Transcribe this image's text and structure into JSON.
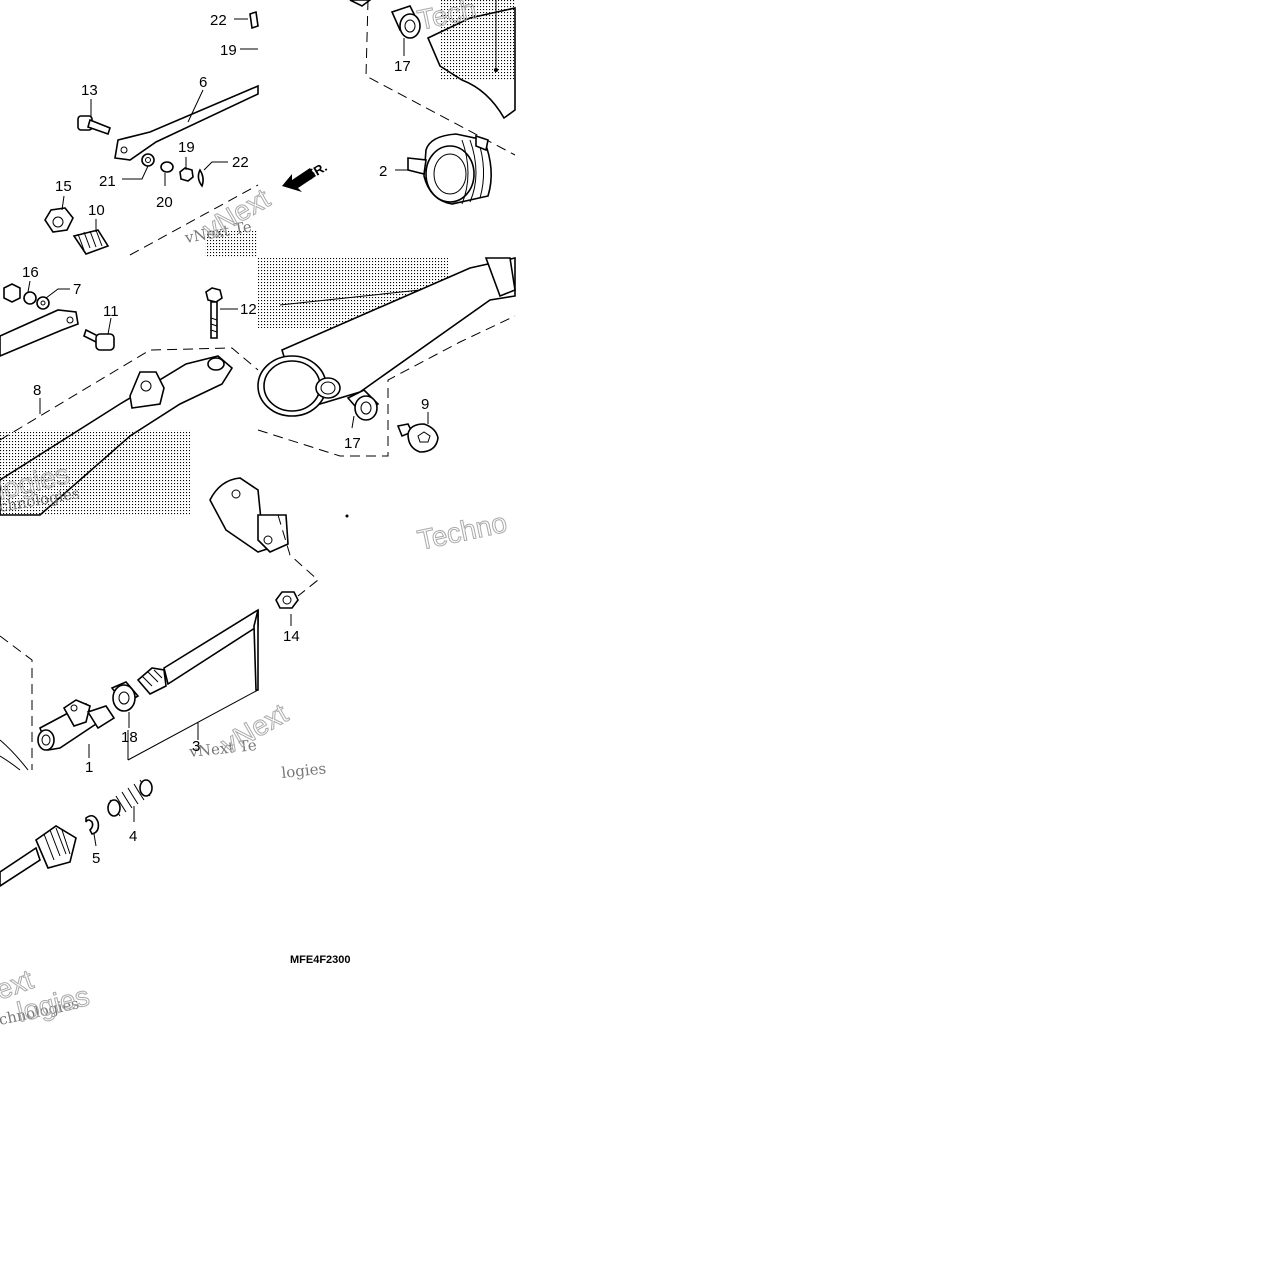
{
  "diagram_code": "MFE4F2300",
  "direction_label": "FR.",
  "watermarks": {
    "vnext": "vNext",
    "techno": "Techno",
    "technologies": "Technologies",
    "tech": "Tech",
    "vnext_tech": "vNext Te",
    "ext": "ext",
    "chnologies": "chnologies",
    "logies": "logies"
  },
  "callouts": {
    "p1": "1",
    "p2a": "2",
    "p3": "3",
    "p4": "4",
    "p5": "5",
    "p6": "6",
    "p7": "7",
    "p8": "8",
    "p9": "9",
    "p10": "10",
    "p11": "11",
    "p12": "12",
    "p13": "13",
    "p14": "14",
    "p15": "15",
    "p16": "16",
    "p17a": "17",
    "p17b": "17",
    "p18": "18",
    "p19a": "19",
    "p19b": "19",
    "p20": "20",
    "p21": "21",
    "p22a": "22",
    "p22b": "22"
  }
}
